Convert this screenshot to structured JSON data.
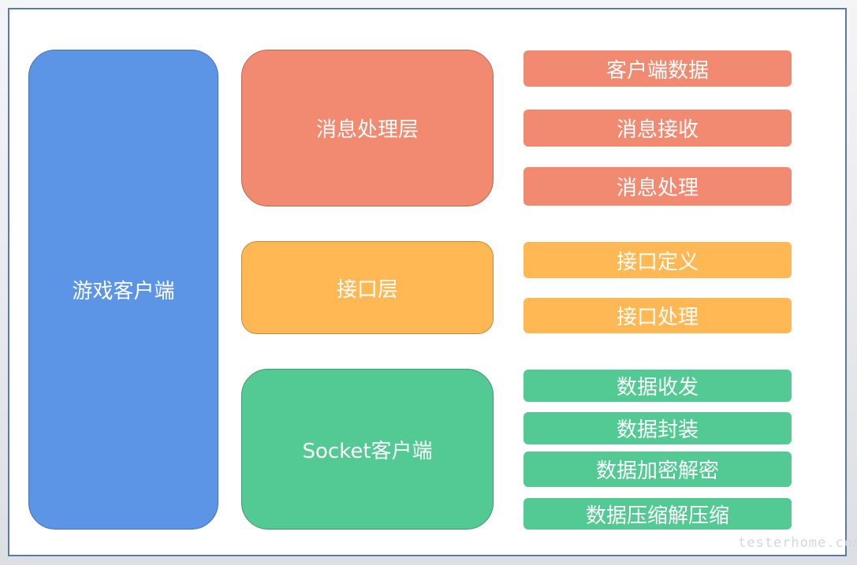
{
  "client": {
    "label": "游戏客户端"
  },
  "layers": [
    {
      "label": "消息处理层"
    },
    {
      "label": "接口层"
    },
    {
      "label": "Socket客户端"
    }
  ],
  "items": [
    {
      "label": "客户端数据"
    },
    {
      "label": "消息接收"
    },
    {
      "label": "消息处理"
    },
    {
      "label": "接口定义"
    },
    {
      "label": "接口处理"
    },
    {
      "label": "数据收发"
    },
    {
      "label": "数据封装"
    },
    {
      "label": "数据加密解密"
    },
    {
      "label": "数据压缩解压缩"
    }
  ],
  "watermark": "testerhome.com",
  "colors": {
    "client": "#5c95e5",
    "message_layer": "#f28a71",
    "interface_layer": "#ffb853",
    "socket_layer": "#53c993"
  }
}
